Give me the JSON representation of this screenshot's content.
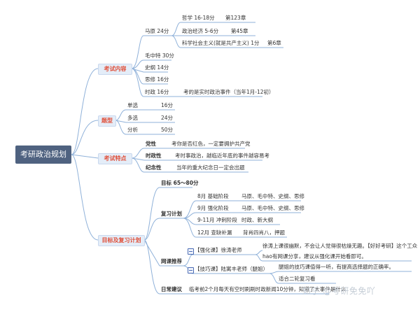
{
  "root": "考研政治规划",
  "categories": {
    "exam_content": "考试内容",
    "question_types": "题型",
    "exam_features": "考试特点",
    "goals_plan": "目标及复习计划"
  },
  "exam_content": {
    "mayuan": "马原 24分",
    "mayuan_children": [
      {
        "label": "哲学 16-18分",
        "note": "第123章"
      },
      {
        "label": "政治经济 5-6分",
        "note": "第45章"
      },
      {
        "label": "科学社会主义(就是共产主义) 1分",
        "note": "第6章"
      }
    ],
    "maozhongte": "毛中特 30分",
    "shigang": "史纲 14分",
    "sixiu": "思修 16分",
    "shizheng": "时政 16分",
    "shizheng_note": "考的是实时政治事件（当年1月-12初）"
  },
  "question_types": [
    {
      "label": "单选",
      "value": "16分"
    },
    {
      "label": "多选",
      "value": "24分"
    },
    {
      "label": "分析",
      "value": "50分"
    }
  ],
  "exam_features": [
    {
      "label": "党性",
      "note": "考你是否红色，一定要拥护共产党"
    },
    {
      "label": "时政性",
      "note": "考时事政治，越临近年底的事件越容易考"
    },
    {
      "label": "纪念性",
      "note": "当年的重大纪念日一定会出题"
    }
  ],
  "goals": {
    "target": "目标 65～80分",
    "review_plan": "复习计划",
    "stages": [
      {
        "label": "8月 基础阶段",
        "note": "马原、毛中特、史纲、思修"
      },
      {
        "label": "9月 强化阶段",
        "note": "马原、毛中特、史纲、思修"
      },
      {
        "label": "9-11月 冲刺阶段",
        "note": "时政、新大纲"
      },
      {
        "label": "12月 查缺补漏",
        "note": "背肖四肖八，押题"
      }
    ],
    "online_recommend": "网课推荐",
    "courses": [
      {
        "label": "【强化课】徐涛老师",
        "note_line1": "徐涛上课很幽默，不会让人觉得很枯燥无趣。【好好考研】这个工众",
        "note_line2": "hao有网课分享，建议从强化课开始看即可。"
      },
      {
        "label": "【技巧课】陆寓丰老师（腿姐）",
        "note_line1": "腿姐的技巧课值得一听，有提高选择题的正确率。",
        "note_line2": "适合二轮复习看"
      }
    ],
    "daily_advice": "日常建议",
    "daily_note": "临考前2个月每天有空时刷刷时政新闻10分钟，知道了大事件是什么"
  },
  "watermark": "知乎 @考研免免吖",
  "colors": {
    "root_bg": "#4f6280",
    "category_bg": "#e4edf8",
    "category_text": "#e0503a",
    "line": "#8fb1d9"
  }
}
